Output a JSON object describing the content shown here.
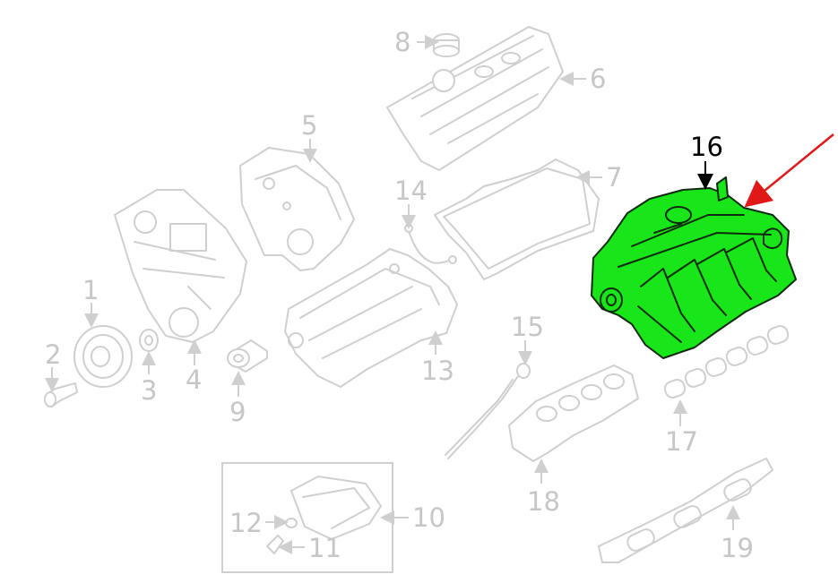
{
  "callouts": [
    {
      "id": "1",
      "text": "1"
    },
    {
      "id": "2",
      "text": "2"
    },
    {
      "id": "3",
      "text": "3"
    },
    {
      "id": "4",
      "text": "4"
    },
    {
      "id": "5",
      "text": "5"
    },
    {
      "id": "6",
      "text": "6"
    },
    {
      "id": "7",
      "text": "7"
    },
    {
      "id": "8",
      "text": "8"
    },
    {
      "id": "9",
      "text": "9"
    },
    {
      "id": "10",
      "text": "10"
    },
    {
      "id": "11",
      "text": "11"
    },
    {
      "id": "12",
      "text": "12"
    },
    {
      "id": "13",
      "text": "13"
    },
    {
      "id": "14",
      "text": "14"
    },
    {
      "id": "15",
      "text": "15"
    },
    {
      "id": "16",
      "text": "16"
    },
    {
      "id": "17",
      "text": "17"
    },
    {
      "id": "18",
      "text": "18"
    },
    {
      "id": "19",
      "text": "19"
    }
  ],
  "highlighted_part": "16",
  "colors": {
    "highlight_fill": "#19e619",
    "ghost_stroke": "#cfcfcf",
    "arrow": "#e01818",
    "callout_text": "#c6c6c6",
    "highlight_label": "#000000"
  }
}
